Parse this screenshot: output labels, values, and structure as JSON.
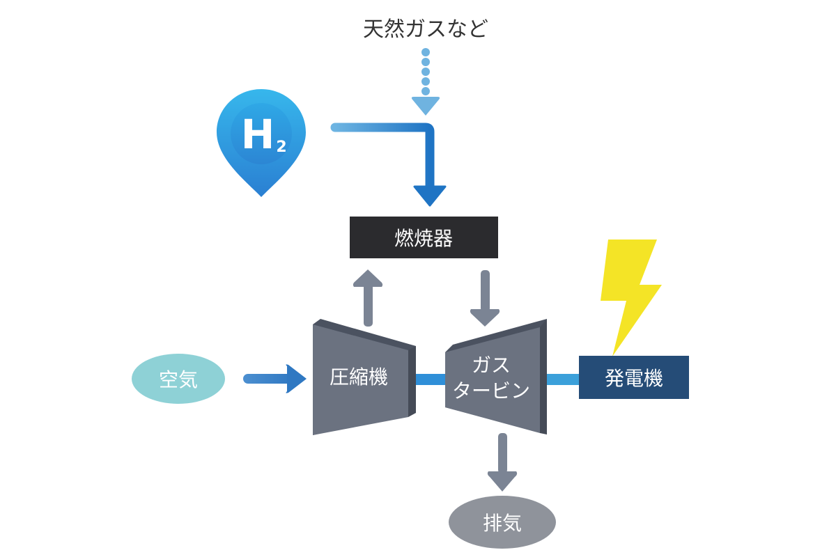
{
  "diagram": {
    "title": "水素ガスタービン発電の仕組み",
    "fuel_source_label": "天然ガスなど",
    "hydrogen_badge": {
      "symbol": "H",
      "subscript": "2"
    },
    "combustor_label": "燃焼器",
    "compressor_label": "圧縮機",
    "turbine_label_line1": "ガス",
    "turbine_label_line2": "タービン",
    "generator_label": "発電機",
    "air_label": "空気",
    "exhaust_label": "排気"
  },
  "colors": {
    "hydrogen_blue": "#2B8FD9",
    "fuel_dotted_blue": "#6FB3E0",
    "combustor_fill": "#2B2B2E",
    "machine_gray": "#6B7280",
    "machine_gray_dark": "#4B5260",
    "arrow_gray": "#7B8494",
    "shaft_blue": "#2F8FD8",
    "generator_navy": "#254C77",
    "lightning_yellow": "#F4E426",
    "air_teal": "#8ED1D6",
    "exhaust_gray": "#8F939B",
    "text_dark": "#333333"
  }
}
